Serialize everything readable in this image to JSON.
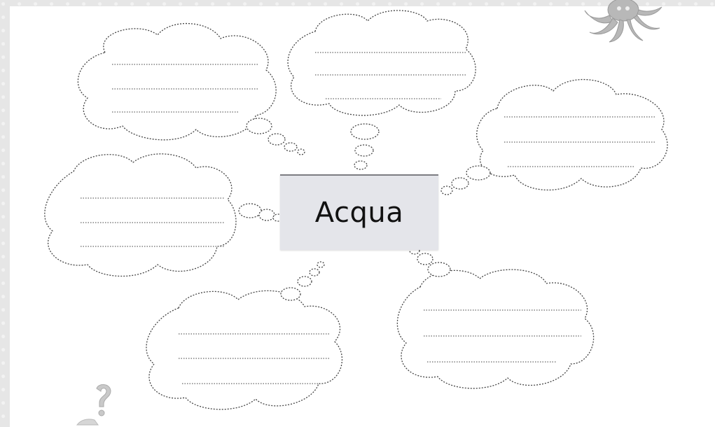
{
  "center": {
    "label": "Acqua"
  },
  "bubbles": [
    {
      "id": "top-left",
      "lines": 3
    },
    {
      "id": "top-center",
      "lines": 3
    },
    {
      "id": "right",
      "lines": 3
    },
    {
      "id": "left",
      "lines": 3
    },
    {
      "id": "bottom-left",
      "lines": 3
    },
    {
      "id": "bottom-right",
      "lines": 3
    }
  ],
  "icons": {
    "corner_decoration": "octopus-icon",
    "help": "question-mark-icon"
  },
  "colors": {
    "sheet": "#ffffff",
    "background": "#e6e6e6",
    "center_box": "#e4e5ea",
    "outline": "#444444"
  }
}
